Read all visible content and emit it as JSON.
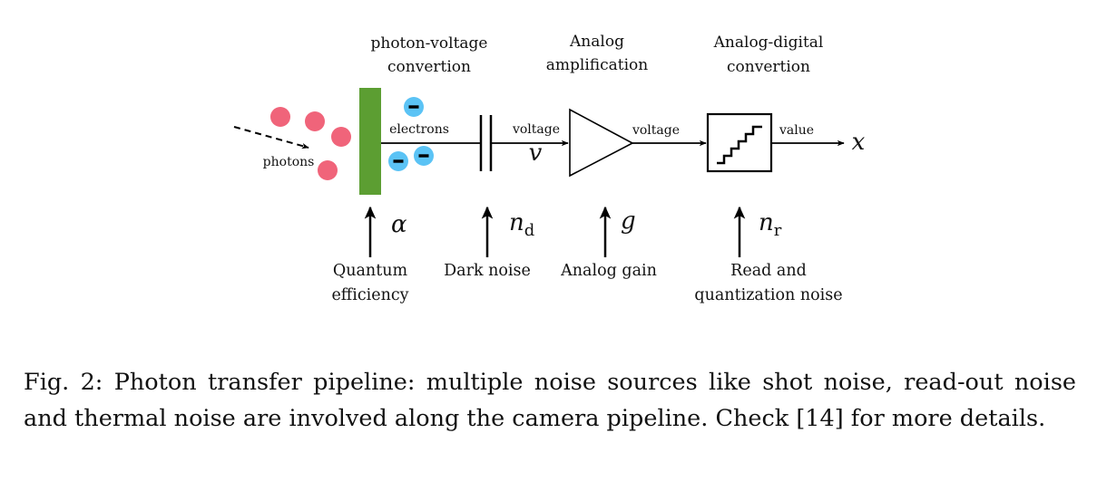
{
  "diagram": {
    "stages": {
      "photon_voltage": [
        "photon-voltage",
        "convertion"
      ],
      "analog_amplification": [
        "Analog",
        "amplification"
      ],
      "analog_digital": [
        "Analog-digital",
        "convertion"
      ]
    },
    "signals": {
      "photons": "photons",
      "electrons": "electrons",
      "voltage_in": "voltage",
      "voltage_out": "voltage",
      "value": "value"
    },
    "symbols": {
      "v": "v",
      "x": "x",
      "alpha": "α",
      "n_d": "n",
      "n_d_sub": "d",
      "g": "g",
      "n_r": "n",
      "n_r_sub": "r"
    },
    "noise_sources": {
      "quantum_efficiency": [
        "Quantum",
        "efficiency"
      ],
      "dark_noise": [
        "Dark noise"
      ],
      "analog_gain": [
        "Analog gain"
      ],
      "read_quantization": [
        "Read and",
        "quantization noise"
      ]
    },
    "colors": {
      "photon": "#f0647a",
      "electron": "#5bc3f5",
      "sensor": "#5c9e32",
      "line": "#000000"
    }
  },
  "caption": {
    "text": "Fig. 2: Photon transfer pipeline: multiple noise sources like shot noise, read-out noise and thermal noise are involved along the camera pipeline. Check [14] for more details."
  }
}
